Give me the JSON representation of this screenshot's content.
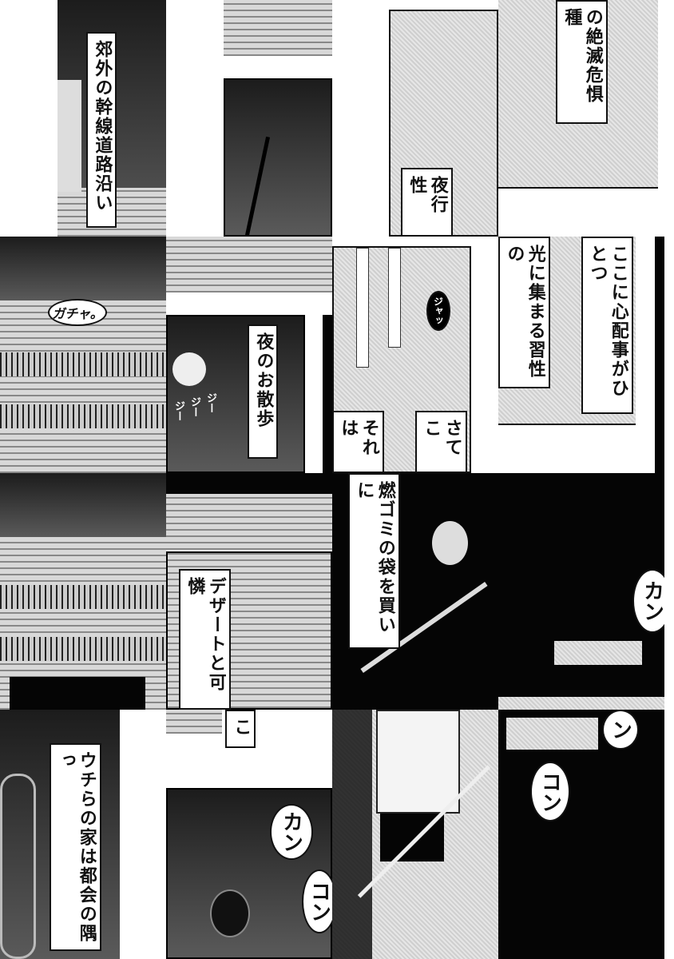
{
  "captions": {
    "r0c0": "郊外の幹線道路沿い",
    "r0c2": "夜行性",
    "r0c3": "の絶滅危惧種",
    "r1c1": "夜のお散歩",
    "r1c2a": "さて こ",
    "r1c2b": "それは",
    "r1c3a": "光に集まる習性の",
    "r1c3b": "ここに心配事がひとつ",
    "r2c1": "デザートと可憐",
    "r2c2": "燃ゴミの袋を買いに",
    "r3c0": "ウチらの家は都会の隅っ",
    "r3c1": "こ"
  },
  "sfx": {
    "gacha": "ガチャ。",
    "jii": [
      "ジー",
      "ジー",
      "ジー"
    ],
    "jah": "ジャッ",
    "kan1": "カン",
    "kan2": "カン",
    "kon1": "コン",
    "kon2": "コン",
    "n": "ン"
  }
}
